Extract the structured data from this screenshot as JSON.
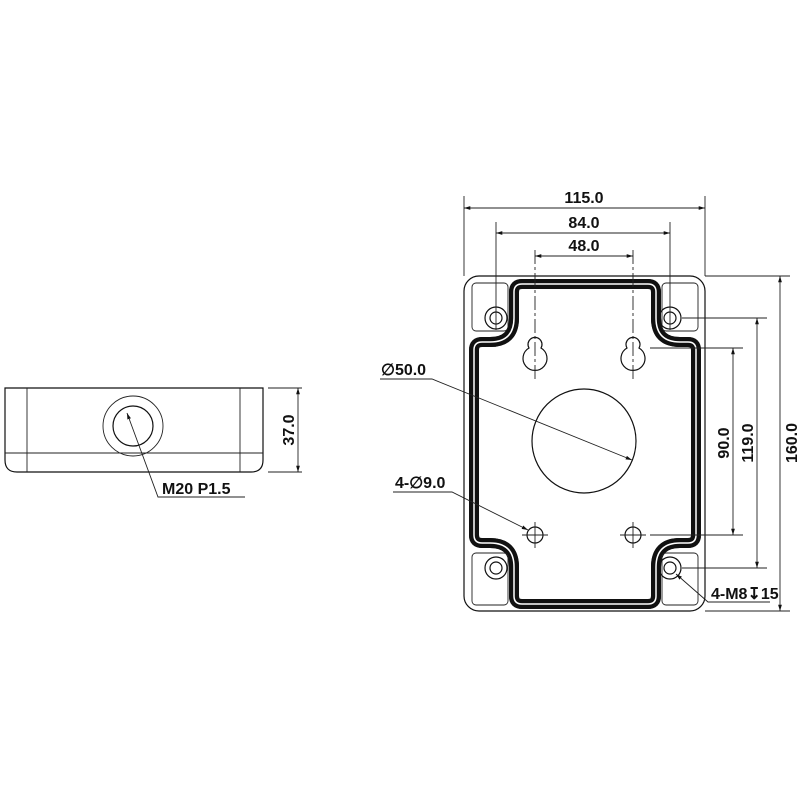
{
  "side_view": {
    "height_dim": "37.0",
    "thread_label": "M20 P1.5"
  },
  "top_view": {
    "width_overall": "115.0",
    "width_bolt": "84.0",
    "width_keyhole": "48.0",
    "height_overall": "160.0",
    "height_bolt": "119.0",
    "height_hole": "90.0",
    "center_hole_label": "∅50.0",
    "mount_hole_label": "4-∅9.0",
    "bolt_label": "4-M8↧15"
  },
  "colors": {
    "line": "#111111",
    "background": "#ffffff"
  }
}
